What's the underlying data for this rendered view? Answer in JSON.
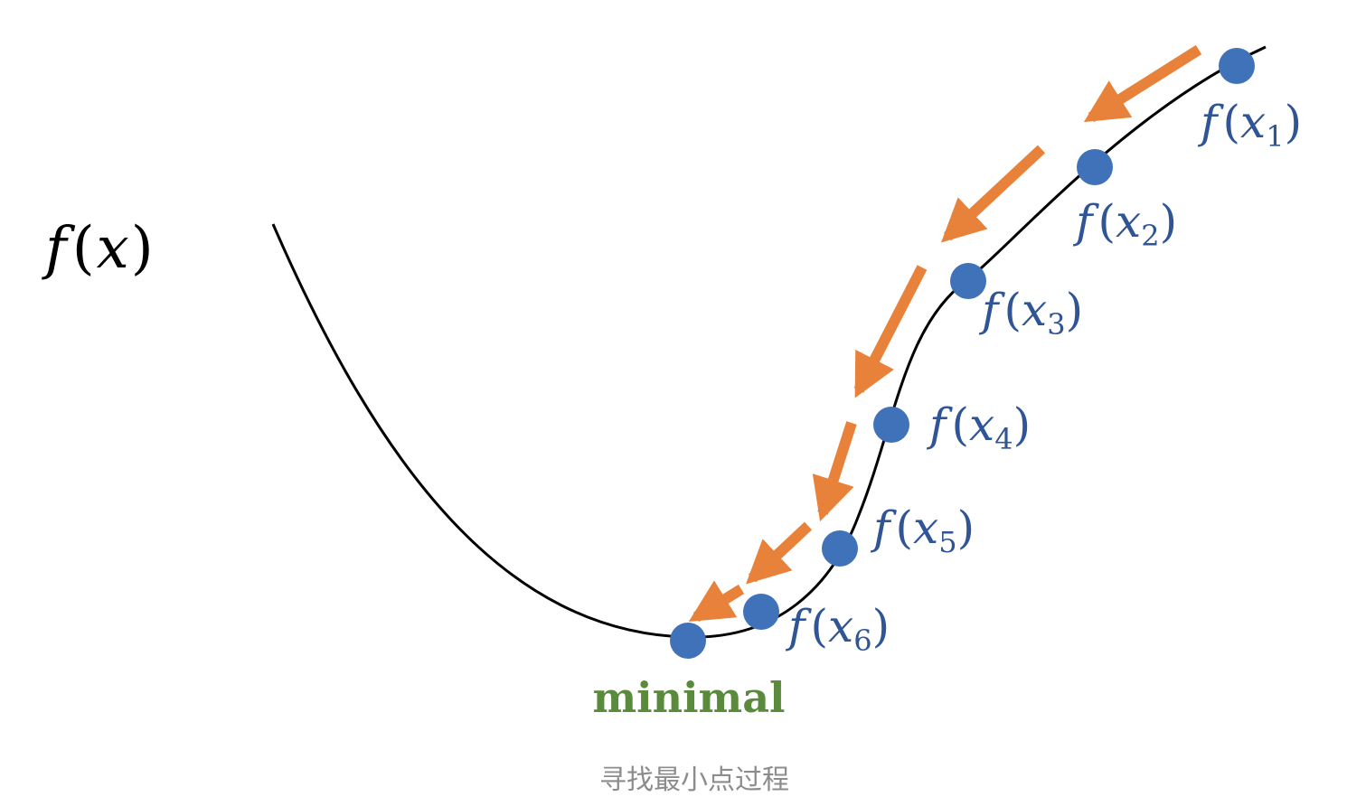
{
  "function_label": {
    "f": "f",
    "open": "(",
    "x": "x",
    "close": ")"
  },
  "points": [
    {
      "label": "f",
      "var": "x",
      "sub": "1"
    },
    {
      "label": "f",
      "var": "x",
      "sub": "2"
    },
    {
      "label": "f",
      "var": "x",
      "sub": "3"
    },
    {
      "label": "f",
      "var": "x",
      "sub": "4"
    },
    {
      "label": "f",
      "var": "x",
      "sub": "5"
    },
    {
      "label": "f",
      "var": "x",
      "sub": "6"
    }
  ],
  "minimal_label": "minimal",
  "caption": "寻找最小点过程",
  "colors": {
    "curve": "#000000",
    "point": "#3f72b8",
    "point_label": "#2f5597",
    "arrow": "#e8823a",
    "minimal": "#5a8a3c",
    "caption": "#8c8c8c"
  }
}
